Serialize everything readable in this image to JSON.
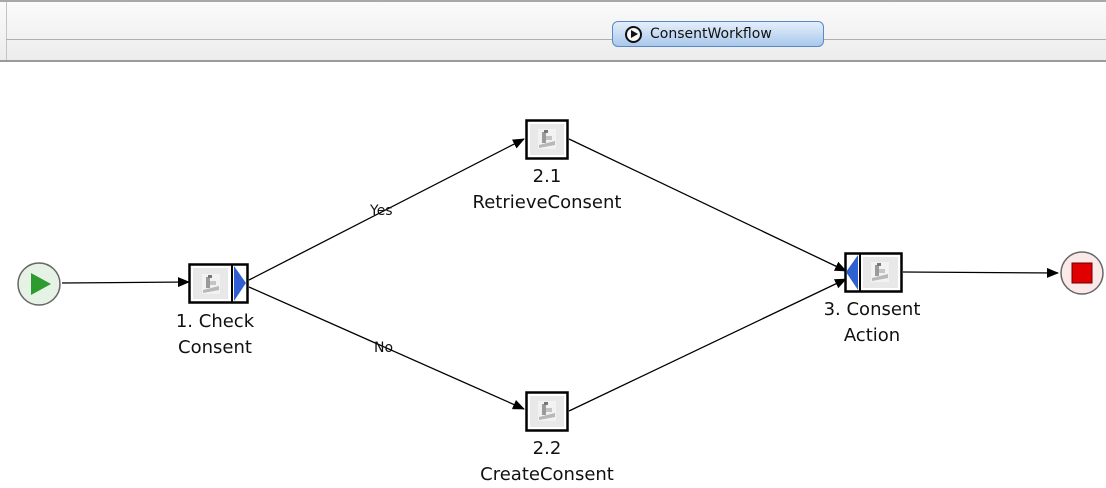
{
  "workflow": {
    "title": "ConsentWorkflow"
  },
  "nodes": {
    "start": {
      "icon": "play-circle-icon"
    },
    "check": {
      "line1": "1. Check",
      "line2": "Consent"
    },
    "retrieve": {
      "line1": "2.1",
      "line2": "RetrieveConsent"
    },
    "create": {
      "line1": "2.2",
      "line2": "CreateConsent"
    },
    "action": {
      "line1": "3. Consent",
      "line2": "Action"
    },
    "end": {
      "icon": "stop-circle-icon"
    }
  },
  "edges": {
    "yes": "Yes",
    "no": "No"
  },
  "colors": {
    "start": "#2e9b2e",
    "end": "#e00000",
    "port": "#2f5fd0",
    "toolbar_button": "#a9c8ec"
  }
}
